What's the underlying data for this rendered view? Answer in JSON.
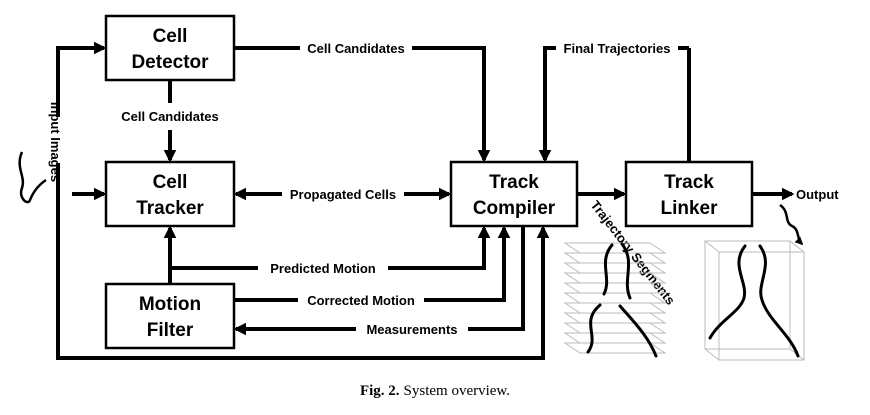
{
  "boxes": {
    "cell_detector": [
      "Cell",
      "Detector"
    ],
    "cell_tracker": [
      "Cell",
      "Tracker"
    ],
    "motion_filter": [
      "Motion",
      "Filter"
    ],
    "track_compiler": [
      "Track",
      "Compiler"
    ],
    "track_linker": [
      "Track",
      "Linker"
    ]
  },
  "labels": {
    "cell_candidates_top": "Cell Candidates",
    "cell_candidates_mid": "Cell Candidates",
    "final_trajectories": "Final Trajectories",
    "propagated_cells": "Propagated Cells",
    "predicted_motion": "Predicted Motion",
    "corrected_motion": "Corrected Motion",
    "measurements": "Measurements",
    "input_images": "Input Images",
    "output": "Output",
    "trajectory_segments": "Trajectory Segments"
  },
  "caption": {
    "label": "Fig. 2.",
    "text": "System overview."
  }
}
